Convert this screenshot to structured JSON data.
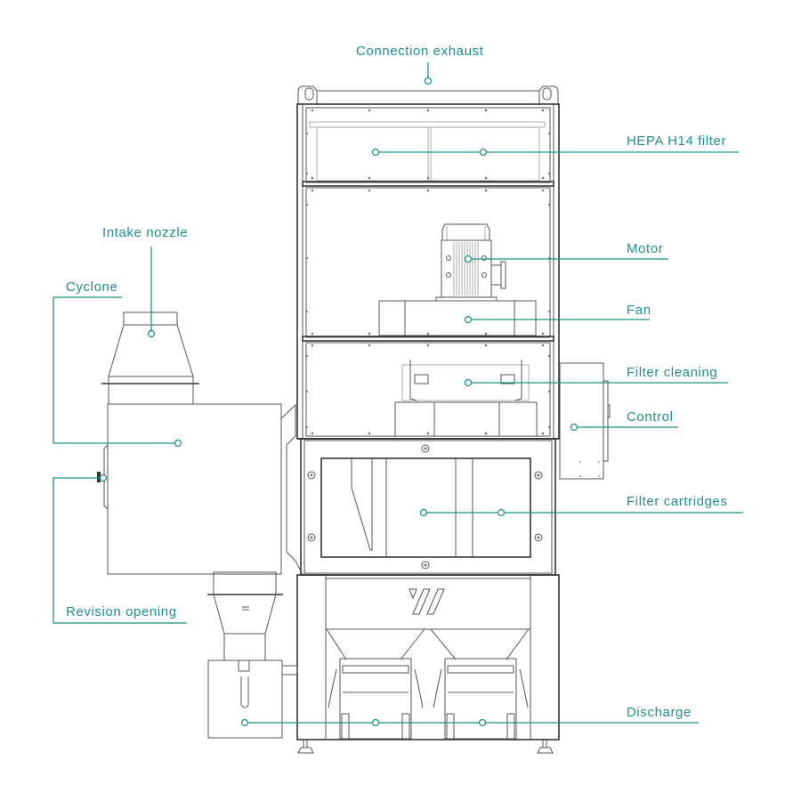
{
  "title": "Dust extraction unit components",
  "accent_color": "#1f9188",
  "line_color": "#555555",
  "labels": {
    "connection_exhaust": "Connection exhaust",
    "hepa_filter": "HEPA H14 filter",
    "intake_nozzle": "Intake nozzle",
    "cyclone": "Cyclone",
    "motor": "Motor",
    "fan": "Fan",
    "filter_cleaning": "Filter cleaning",
    "control": "Control",
    "filter_cartridges": "Filter cartridges",
    "revision_opening": "Revision opening",
    "discharge": "Discharge"
  },
  "panel_marking": "="
}
